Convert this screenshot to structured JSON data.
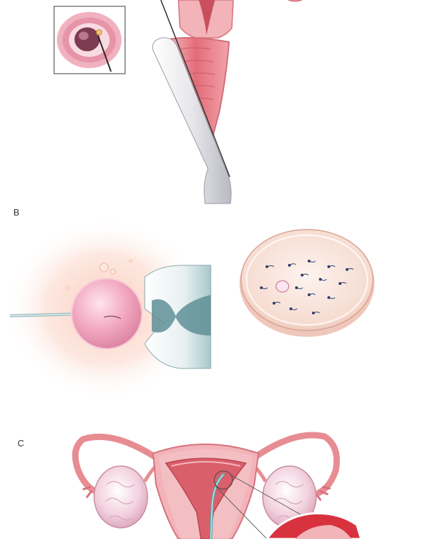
{
  "panels": [
    {
      "id": "A",
      "label": ""
    },
    {
      "id": "B",
      "label": "B"
    },
    {
      "id": "C",
      "label": "C"
    }
  ],
  "colors": {
    "tissue": "#e88c93",
    "tissue_dark": "#c9545e",
    "tissue_light": "#f6c9cc",
    "probe": "#e4e4e8",
    "glass": "#f6e3dc",
    "egg": "#f2a7c0",
    "ovary": "#f4d6e2",
    "pipette": "#7fb0b5"
  },
  "icons": [
    "needle-icon",
    "petri-dish-icon",
    "sperm-icon",
    "egg-cell-icon",
    "pipette-icon",
    "uterus-icon",
    "ovary-icon",
    "catheter-icon",
    "magnifier-inset-icon"
  ]
}
